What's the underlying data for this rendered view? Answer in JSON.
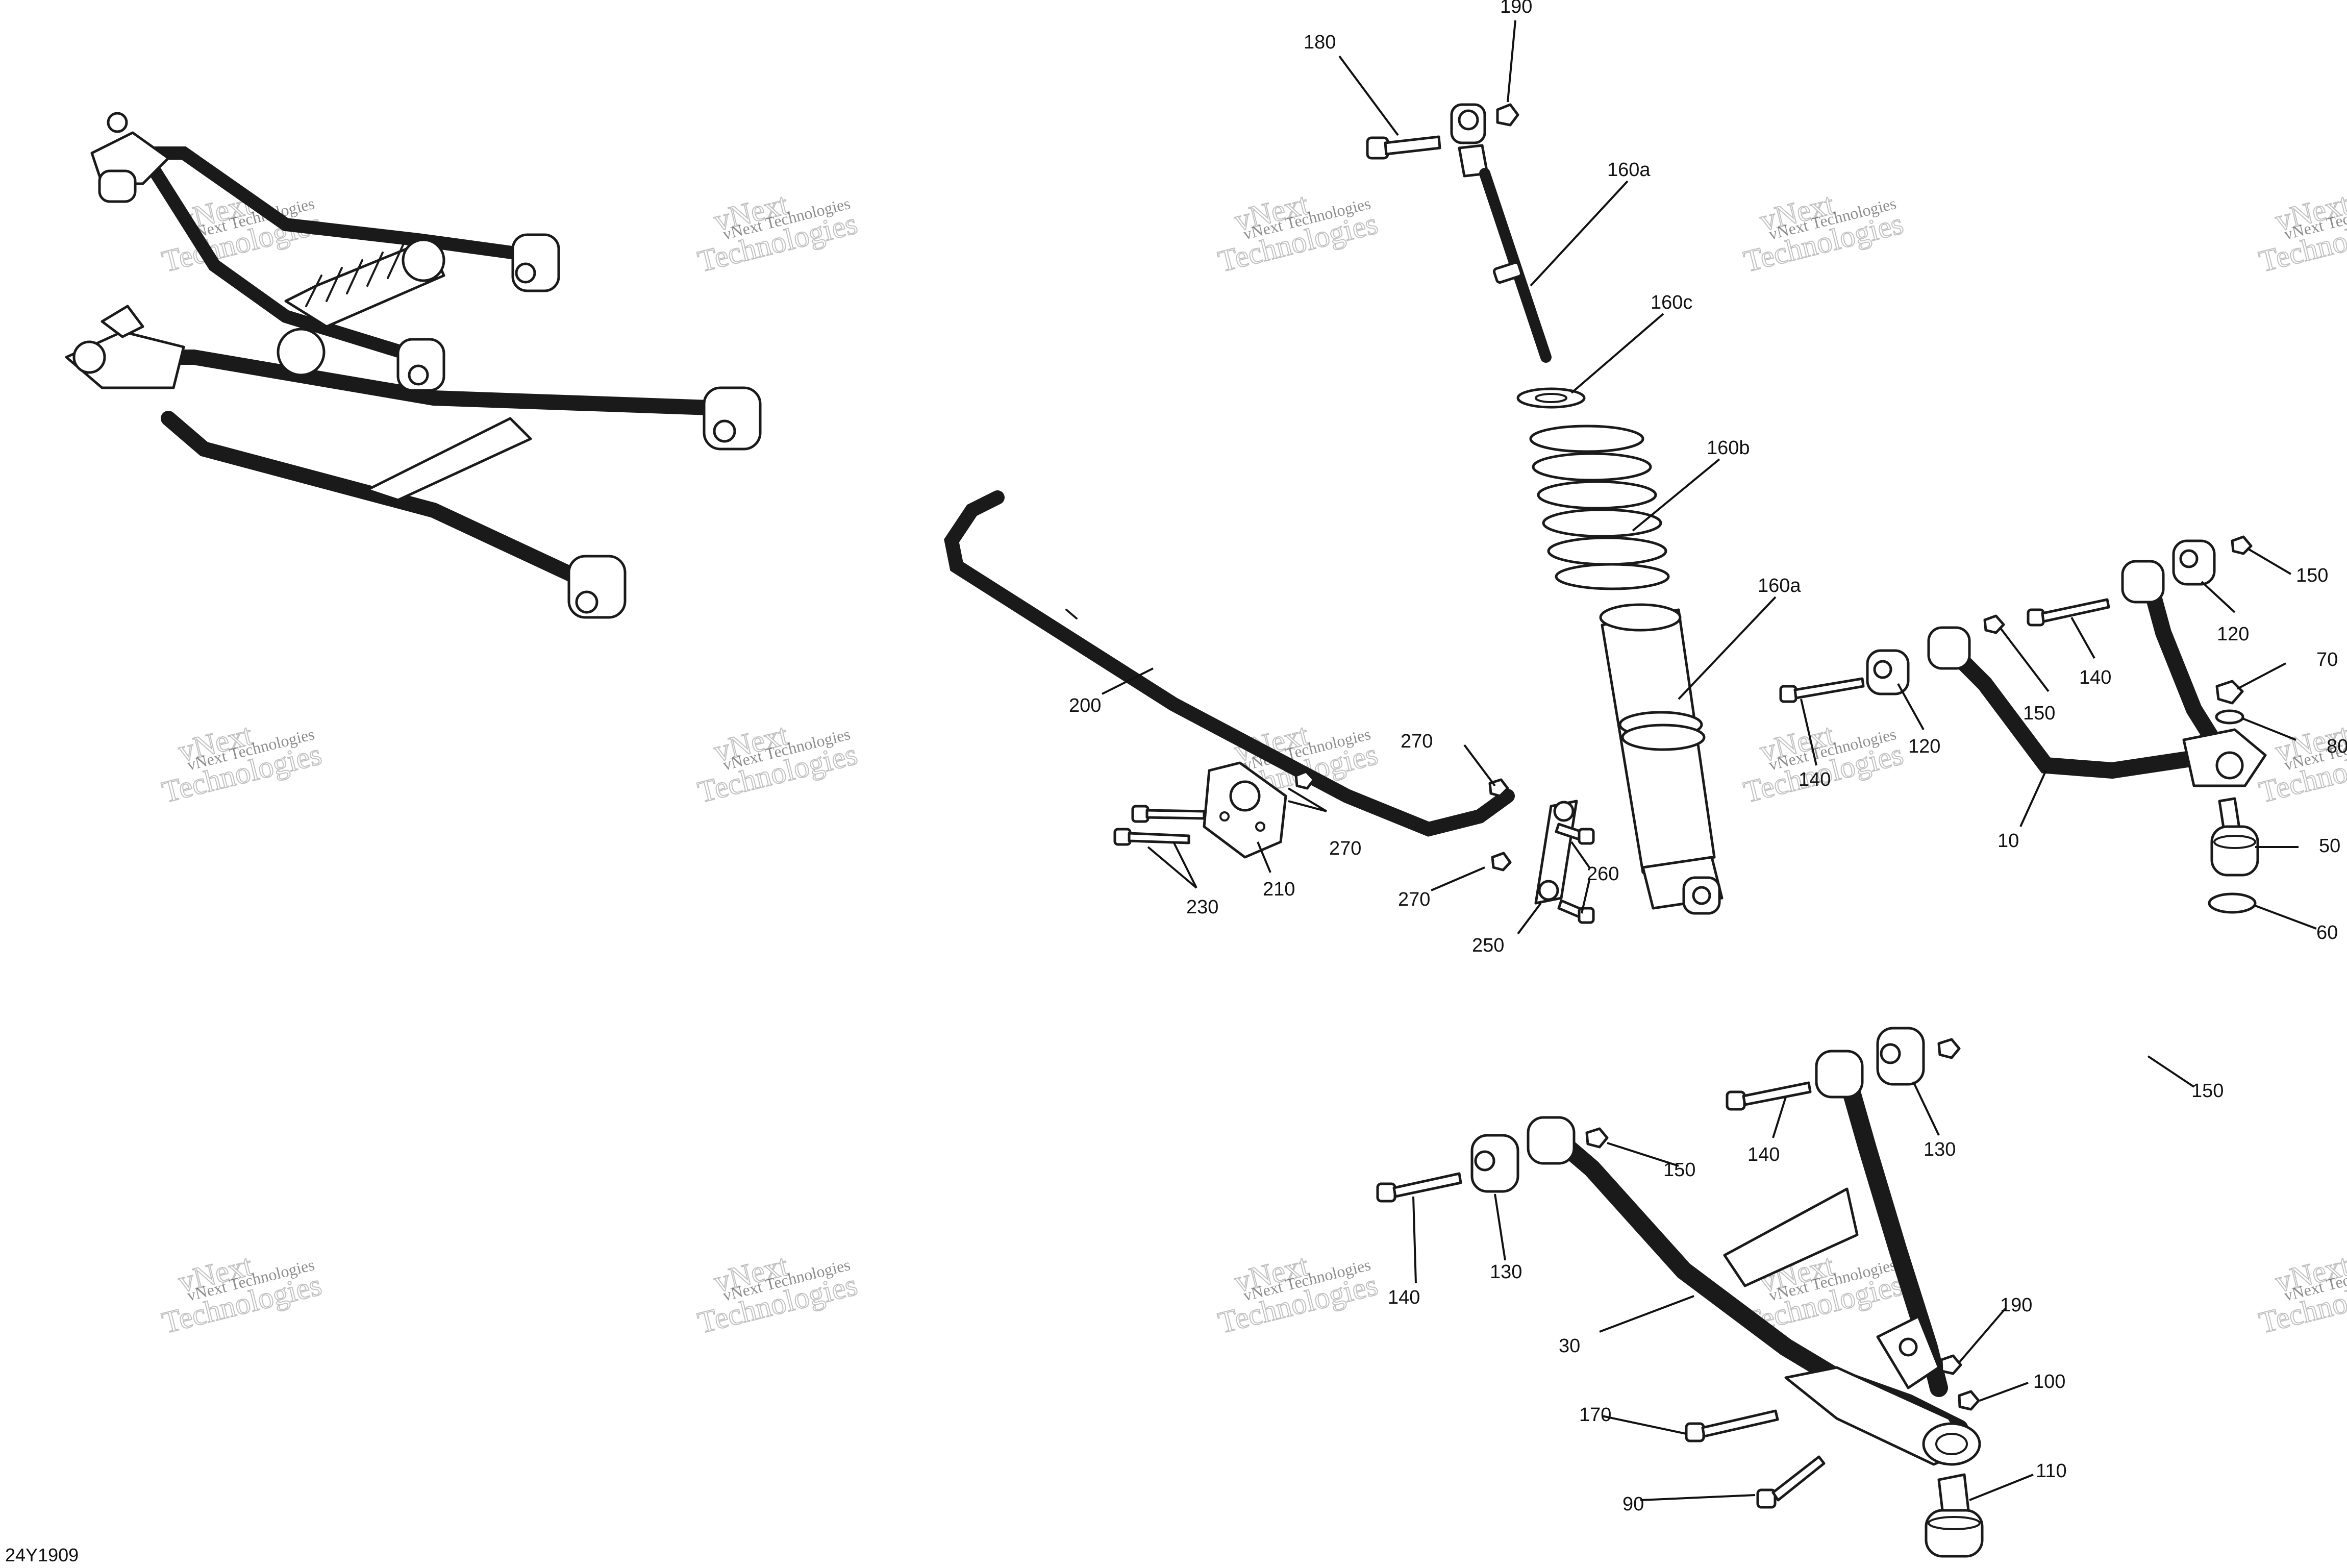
{
  "drawing_code": "24Y1909",
  "watermark": {
    "line1": "vNext Technologies",
    "line2": "vNext",
    "line3": "Technologies"
  },
  "callouts": {
    "c180": "180",
    "c190_top": "190",
    "c160a_top": "160a",
    "c160c": "160c",
    "c160b": "160b",
    "c160a_body": "160a",
    "c200": "200",
    "c270_a": "270",
    "c270_b": "270",
    "c270_c": "270",
    "c260": "260",
    "c250": "250",
    "c230": "230",
    "c210": "210",
    "c150_a": "150",
    "c120_a": "120",
    "c140_a": "140",
    "c150_b": "150",
    "c120_b": "120",
    "c140_b": "140",
    "c70": "70",
    "c80": "80",
    "c10": "10",
    "c50": "50",
    "c60": "60",
    "c150_c": "150",
    "c140_c": "140",
    "c130_a": "130",
    "c150_d": "150",
    "c140_d": "140",
    "c130_b": "130",
    "c30": "30",
    "c190_b": "190",
    "c100": "100",
    "c170": "170",
    "c90": "90",
    "c110": "110"
  }
}
